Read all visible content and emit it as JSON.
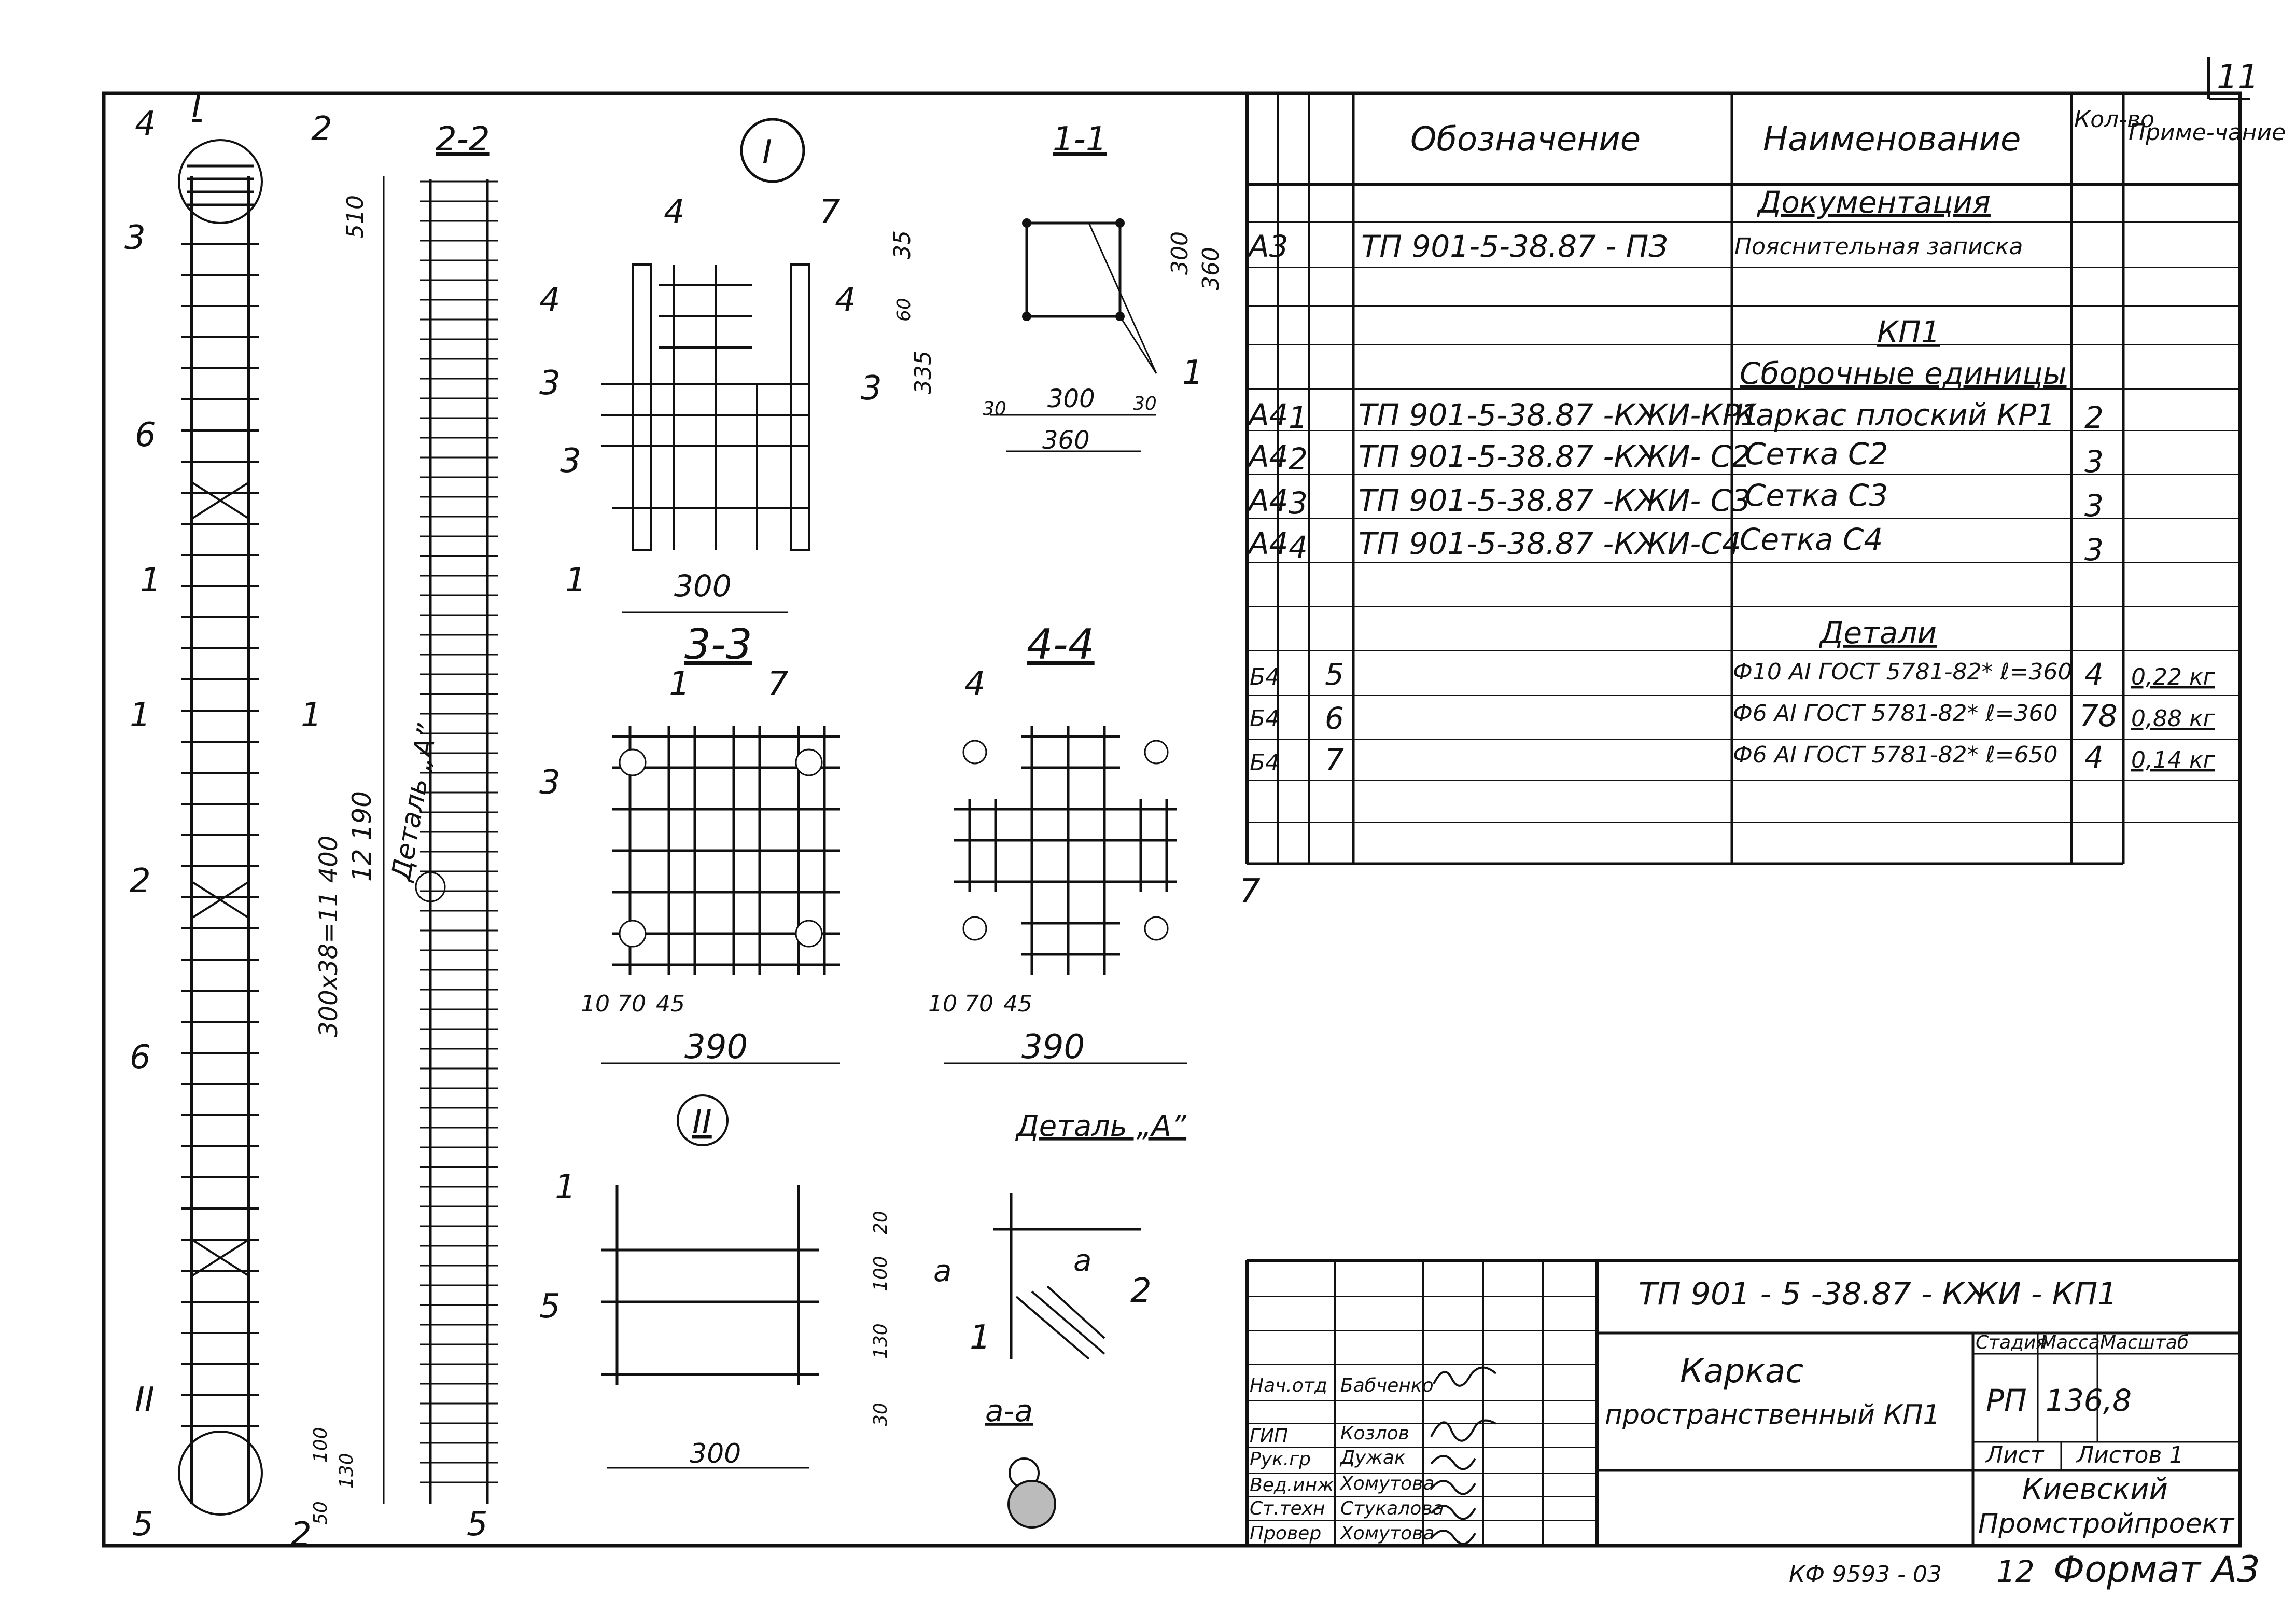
{
  "sheet": {
    "number": "11",
    "bottom_code": "КФ 9593 - 03",
    "bottom_page": "12",
    "format": "Формат А3"
  },
  "spec": {
    "headers": {
      "designation": "Обозначение",
      "name": "Наименование",
      "qty": "Кол-во",
      "note": "Приме-чание"
    },
    "section_doc": "Документация",
    "doc_row": {
      "fmt": "А3",
      "designation": "ТП 901-5-38.87 - ПЗ",
      "name": "Пояснительная записка"
    },
    "section_kp": "КП1",
    "section_units": "Сборочные единицы",
    "units": [
      {
        "fmt": "А4",
        "pos": "1",
        "designation": "ТП 901-5-38.87 -КЖИ-КР1",
        "name": "Каркас плоский КР1",
        "qty": "2"
      },
      {
        "fmt": "А4",
        "pos": "2",
        "designation": "ТП 901-5-38.87 -КЖИ- С2",
        "name": "Сетка С2",
        "qty": "3"
      },
      {
        "fmt": "А4",
        "pos": "3",
        "designation": "ТП 901-5-38.87 -КЖИ- С3",
        "name": "Сетка С3",
        "qty": "3"
      },
      {
        "fmt": "А4",
        "pos": "4",
        "designation": "ТП 901-5-38.87 -КЖИ-С4",
        "name": "Сетка С4",
        "qty": "3"
      }
    ],
    "section_parts": "Детали",
    "parts": [
      {
        "fmt": "Б4",
        "pos": "5",
        "name": "Ф10 АI ГОСТ 5781-82* ℓ=360",
        "qty": "4",
        "note": "0,22 кг"
      },
      {
        "fmt": "Б4",
        "pos": "6",
        "name": "Ф6 АI ГОСТ 5781-82* ℓ=360",
        "qty": "78",
        "note": "0,88 кг"
      },
      {
        "fmt": "Б4",
        "pos": "7",
        "name": "Ф6 АI ГОСТ 5781-82* ℓ=650",
        "qty": "4",
        "note": "0,14 кг"
      }
    ]
  },
  "title_block": {
    "code": "ТП 901 - 5 -38.87 - КЖИ - КП1",
    "title_line1": "Каркас",
    "title_line2": "пространственный КП1",
    "stage_label": "Стадия",
    "mass_label": "Масса",
    "scale_label": "Масштаб",
    "stage": "РП",
    "mass": "136,8",
    "sheet_label": "Лист",
    "sheets_label": "Листов 1",
    "org_line1": "Киевский",
    "org_line2": "Промстройпроект",
    "roles": [
      {
        "role": "Нач.отд",
        "name": "Бабченко"
      },
      {
        "role": "ГИП",
        "name": "Козлов"
      },
      {
        "role": "Рук.гр",
        "name": "Дужак"
      },
      {
        "role": "Вед.инж",
        "name": "Хомутова"
      },
      {
        "role": "Ст.техн",
        "name": "Стукалова"
      },
      {
        "role": "Провер",
        "name": "Хомутова"
      }
    ]
  },
  "drawing": {
    "sec_2_2": "2-2",
    "sec_1_1": "1-1",
    "sec_3_3": "3-3",
    "sec_4_4": "4-4",
    "detail_I": "I",
    "detail_II": "II",
    "detail_A": "Деталь „А”",
    "sec_a_a": "а-а",
    "detail_A_mark": "Деталь „А”",
    "dim_total": "300х38=11 400",
    "dim_12190": "12 190",
    "dim_510": "510",
    "dim_100": "100",
    "dim_130": "130",
    "dim_50": "50",
    "dim_300": "300",
    "dim_360": "360",
    "dim_30": "30",
    "dim_335": "335",
    "dim_35": "35",
    "dim_60": "60",
    "dim_390": "390",
    "dim_10": "10",
    "dim_70": "70",
    "dim_45": "45",
    "dim_20": "20",
    "labels": [
      "1",
      "2",
      "3",
      "4",
      "5",
      "6",
      "7"
    ]
  }
}
